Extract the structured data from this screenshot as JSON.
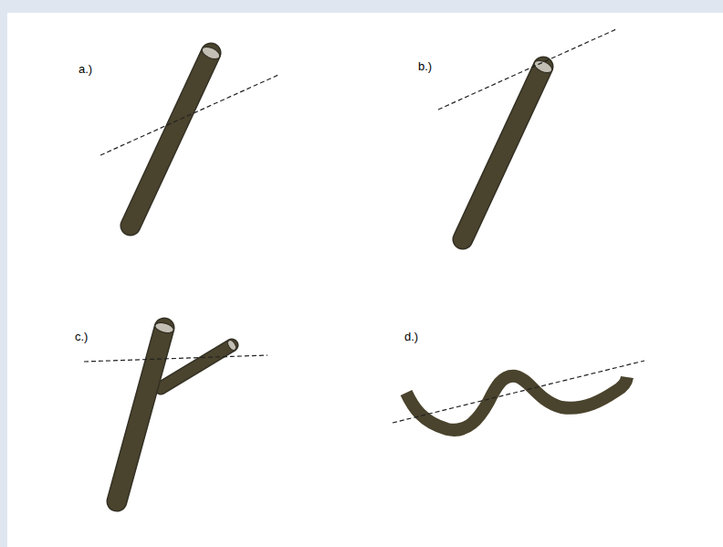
{
  "diagram": {
    "labels": [
      "a.)",
      "b.)",
      "c.)",
      "d.)"
    ]
  }
}
